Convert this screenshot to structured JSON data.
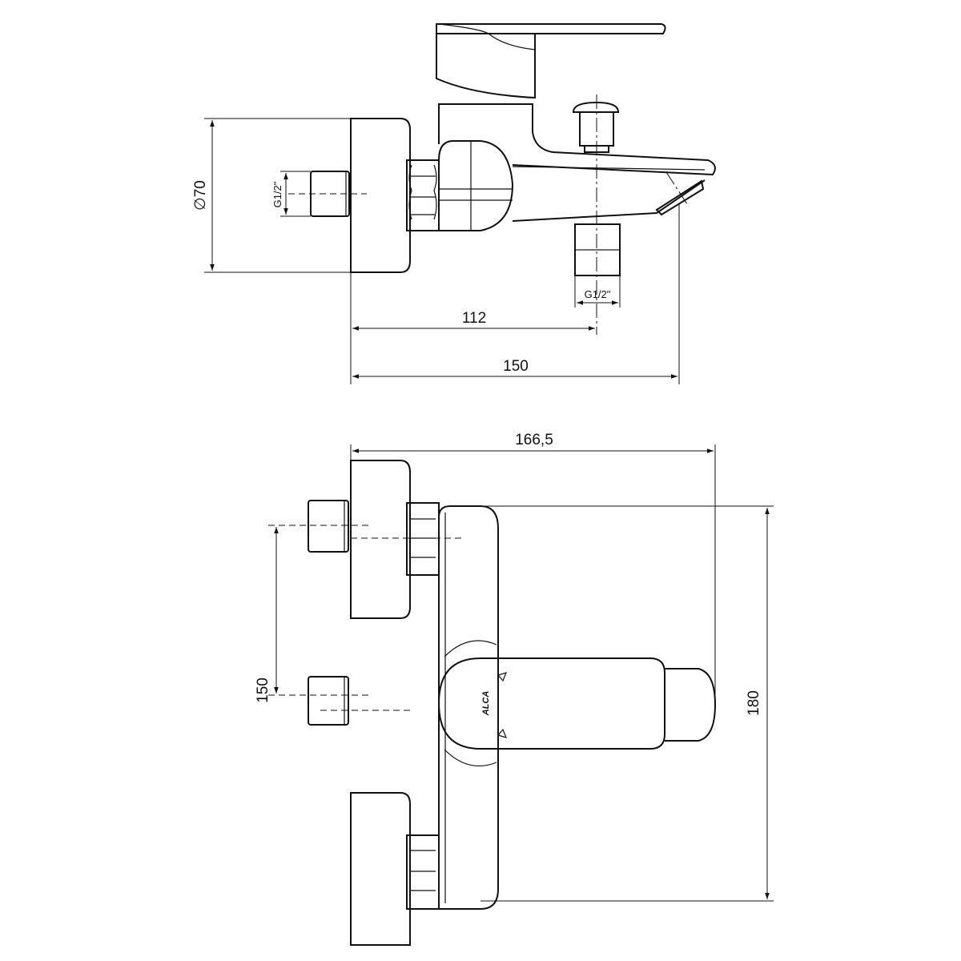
{
  "drawing": {
    "top_view": {
      "diameter_label": "∅70",
      "inlet_thread_label": "G1/2\"",
      "outlet_thread_label": "G1/2\"",
      "dim_outlet_offset": "112",
      "dim_spout_length": "150"
    },
    "front_view": {
      "dim_total_depth": "166,5",
      "dim_inlet_spacing": "150",
      "dim_height": "180",
      "logo_text": "ALCA"
    }
  }
}
